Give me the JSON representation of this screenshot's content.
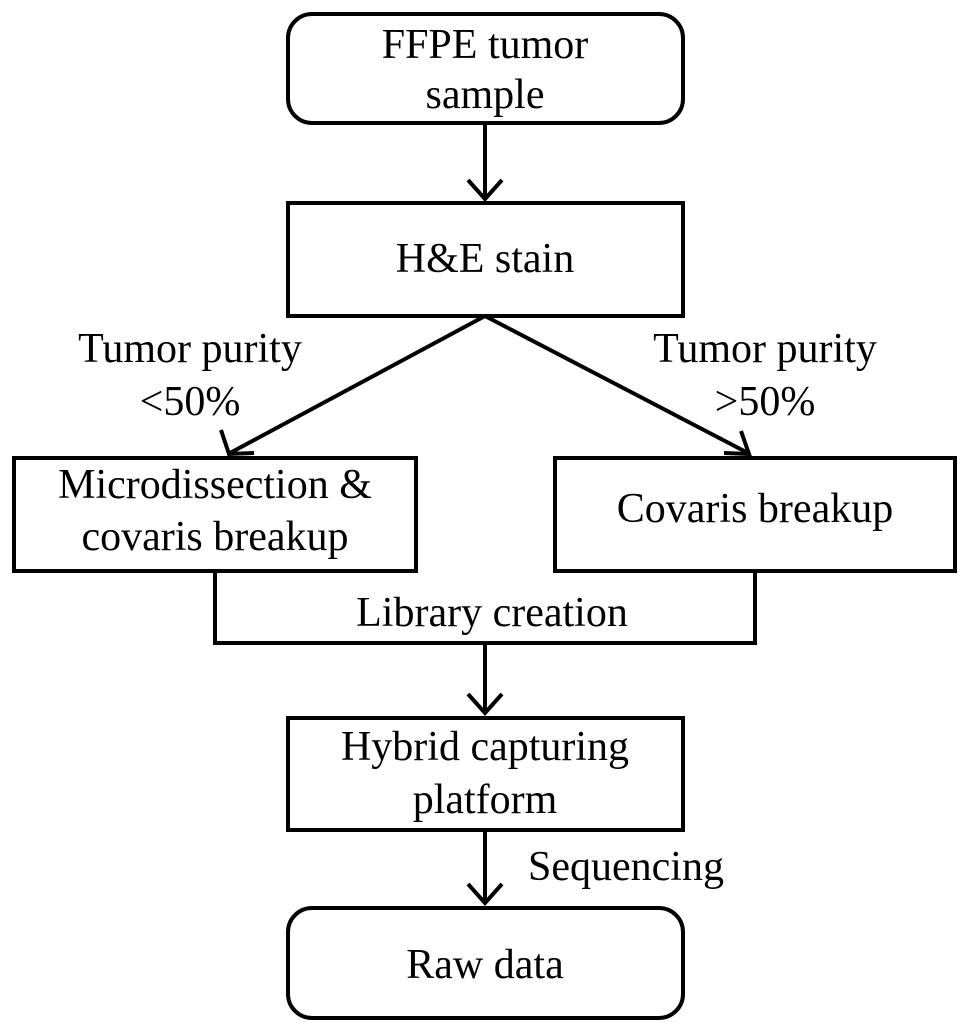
{
  "nodes": {
    "ffpe": {
      "line1": "FFPE tumor",
      "line2": "sample"
    },
    "he": {
      "label": "H&E stain"
    },
    "micro": {
      "line1": "Microdissection &",
      "line2": "covaris breakup"
    },
    "covaris": {
      "label": "Covaris breakup"
    },
    "hybrid": {
      "line1": "Hybrid capturing",
      "line2": "platform"
    },
    "raw": {
      "label": "Raw data"
    }
  },
  "edges": {
    "left_branch": {
      "line1": "Tumor purity",
      "line2": "<50%"
    },
    "right_branch": {
      "line1": "Tumor purity",
      "line2": ">50%"
    },
    "library": {
      "label": "Library creation"
    },
    "sequencing": {
      "label": "Sequencing"
    }
  }
}
